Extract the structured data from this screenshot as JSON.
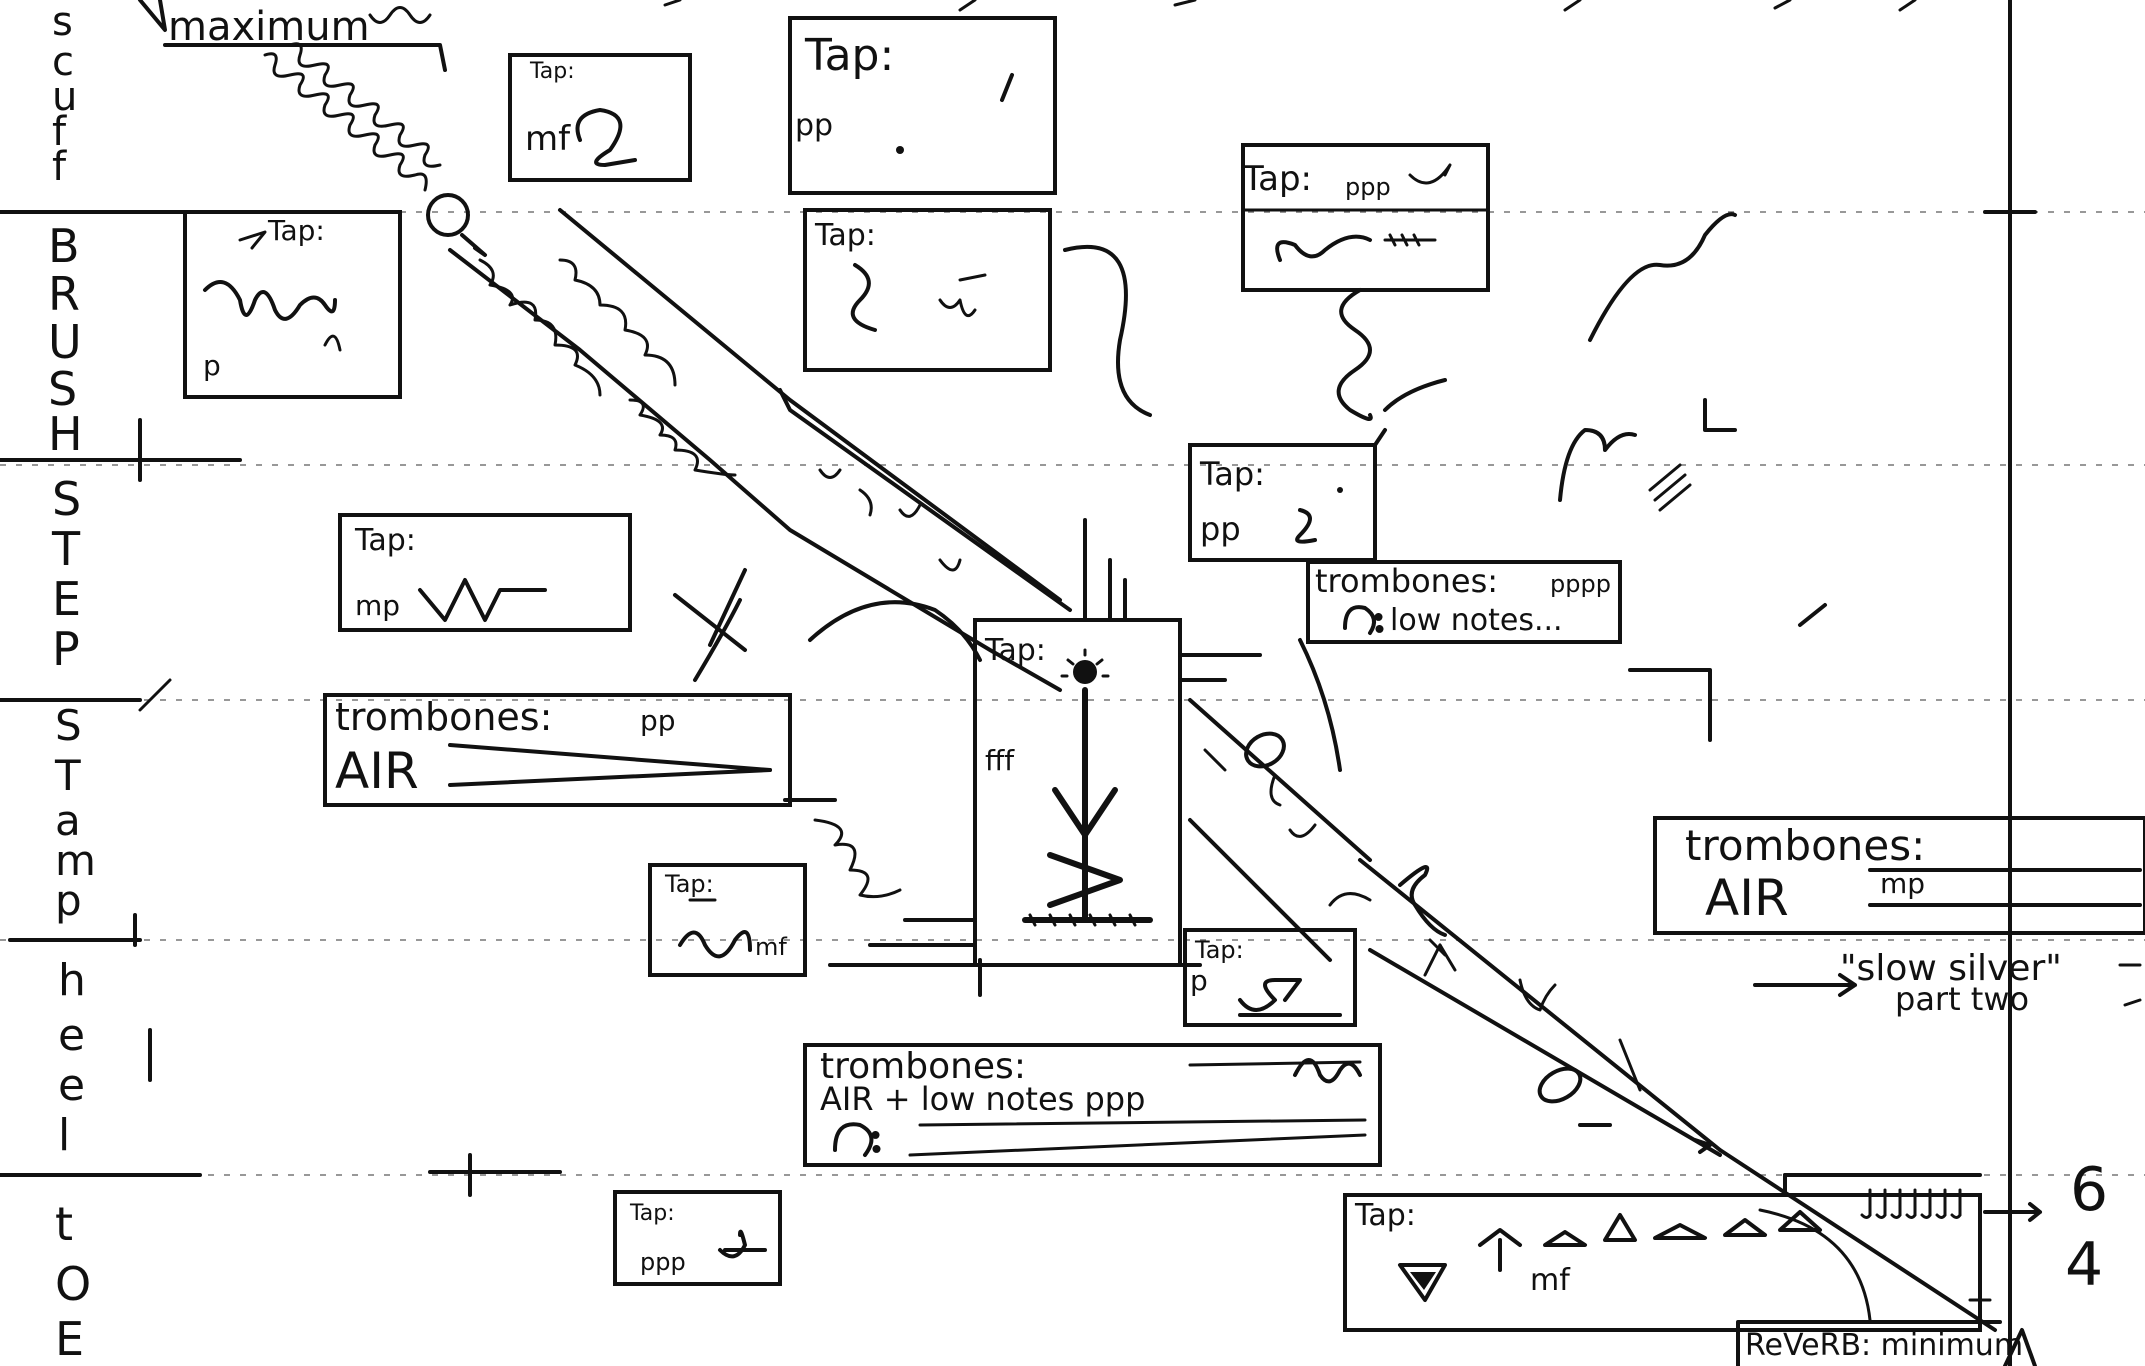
{
  "technique_labels": {
    "scuff": [
      "s",
      "c",
      "u",
      "f",
      "f"
    ],
    "brush": [
      "B",
      "R",
      "U",
      "S",
      "H"
    ],
    "step": [
      "S",
      "T",
      "E",
      "P"
    ],
    "stamp": [
      "S",
      "T",
      "a",
      "m",
      "p"
    ],
    "heel": [
      "h",
      "e",
      "e",
      "l"
    ],
    "toe": [
      "t",
      "O",
      "E"
    ]
  },
  "reverb_top": "maximum",
  "reverb_bottom": "ReVeRB: minimum",
  "tap_boxes": [
    {
      "label": "Tap:",
      "dynamic": "mf"
    },
    {
      "label": "Tap:",
      "dynamic": "pp"
    },
    {
      "label": "Tap:",
      "dynamic": "p"
    },
    {
      "label": "Tap:",
      "dynamic": ""
    },
    {
      "label": "Tap:",
      "dynamic": "ppp"
    },
    {
      "label": "Tap:",
      "dynamic": "pp"
    },
    {
      "label": "Tap:",
      "dynamic": "mp"
    },
    {
      "label": "Tap:",
      "dynamic": "fff"
    },
    {
      "label": "Tap:",
      "dynamic": "mf"
    },
    {
      "label": "Tap:",
      "dynamic": "p"
    },
    {
      "label": "Tap:",
      "dynamic": "ppp"
    },
    {
      "label": "Tap:",
      "dynamic": "mf"
    }
  ],
  "trombones": [
    {
      "head": "trombones:",
      "dynamic": "pp",
      "line2": "AIR"
    },
    {
      "head": "trombones:",
      "dynamic": "pppp",
      "line2": "low notes..."
    },
    {
      "head": "trombones:",
      "dynamic": "",
      "line2": "AIR + low notes ppp"
    },
    {
      "head": "trombones:",
      "dynamic": "mp",
      "line2": "AIR"
    }
  ],
  "slow_silver": {
    "line1": "\"slow silver\"",
    "line2": "part two"
  },
  "time_signature": {
    "top": "6",
    "bottom": "4"
  },
  "icons": [
    "bass-clef-icon",
    "accent-icon",
    "arrow-icon",
    "circle-notehead-icon",
    "triangle-notehead-icon"
  ]
}
